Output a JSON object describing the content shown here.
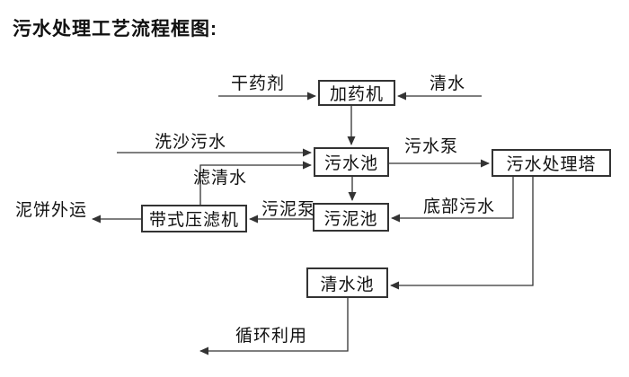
{
  "title": "污水处理工艺流程框图:",
  "colors": {
    "background": "#ffffff",
    "line": "#333333",
    "text": "#111111",
    "node_fill": "#ffffff"
  },
  "nodes": {
    "dosing_machine": {
      "label": "加药机"
    },
    "sewage_pool": {
      "label": "污水池"
    },
    "treatment_tower": {
      "label": "污水处理塔"
    },
    "sludge_pool": {
      "label": "污泥池"
    },
    "belt_filter_press": {
      "label": "带式压滤机"
    },
    "clean_water_pool": {
      "label": "清水池"
    }
  },
  "edge_labels": {
    "dry_chemical": "干药剂",
    "clean_water": "清水",
    "sand_washing_sewage": "洗沙污水",
    "filtered_water": "滤清水",
    "sewage_pump": "污水泵",
    "bottom_sewage": "底部污水",
    "sludge_pump": "污泥泵",
    "mud_cake_out": "泥饼外运",
    "recycle": "循环利用"
  },
  "flows": [
    {
      "from": "干药剂(外部)",
      "to": "加药机",
      "label": "干药剂"
    },
    {
      "from": "清水(外部)",
      "to": "加药机",
      "label": "清水"
    },
    {
      "from": "加药机",
      "to": "污水池",
      "label": ""
    },
    {
      "from": "洗沙污水(外部)",
      "to": "污水池",
      "label": "洗沙污水"
    },
    {
      "from": "带式压滤机",
      "to": "污水池",
      "label": "滤清水"
    },
    {
      "from": "污水池",
      "to": "污水处理塔",
      "label": "污水泵"
    },
    {
      "from": "污水池",
      "to": "污泥池",
      "label": ""
    },
    {
      "from": "污水处理塔",
      "to": "污泥池",
      "label": "底部污水"
    },
    {
      "from": "污泥池",
      "to": "带式压滤机",
      "label": "污泥泵"
    },
    {
      "from": "带式压滤机",
      "to": "外部",
      "label": "泥饼外运"
    },
    {
      "from": "污水处理塔",
      "to": "清水池",
      "label": ""
    },
    {
      "from": "清水池",
      "to": "外部",
      "label": "循环利用"
    }
  ]
}
